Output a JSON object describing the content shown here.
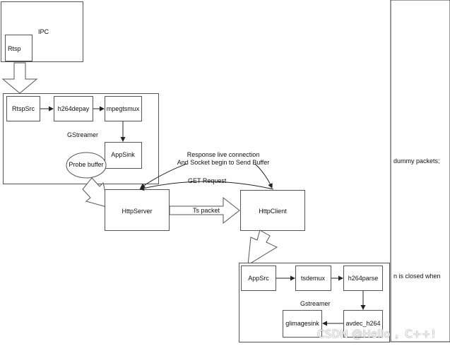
{
  "ipc": {
    "title": "IPC",
    "rtsp": "Rtsp"
  },
  "server_pipeline": {
    "title": "GStreamer",
    "rtspsrc": "RtspSrc",
    "h264depay": "h264depay",
    "mpegtsmux": "mpegtsmux",
    "appsink": "AppSink",
    "probe": "Probe buffer"
  },
  "http": {
    "server": "HttpServer",
    "client": "HttpClient",
    "ts_packet": "Ts packet",
    "get_request": "GET Request",
    "response_line1": "Response live connection",
    "response_line2": "And Socket begin to Send Buffer"
  },
  "client_pipeline": {
    "title": "Gstreamer",
    "appsrc": "AppSrc",
    "tsdemux": "tsdemux",
    "h264parse": "h264parse",
    "avdec": "avdec_h264",
    "glimagesink": "glimagesink"
  },
  "side_notes": {
    "dummy": "dummy packets;",
    "closed": "n is closed when"
  },
  "watermark": "CSDN @Hello ，C++！"
}
